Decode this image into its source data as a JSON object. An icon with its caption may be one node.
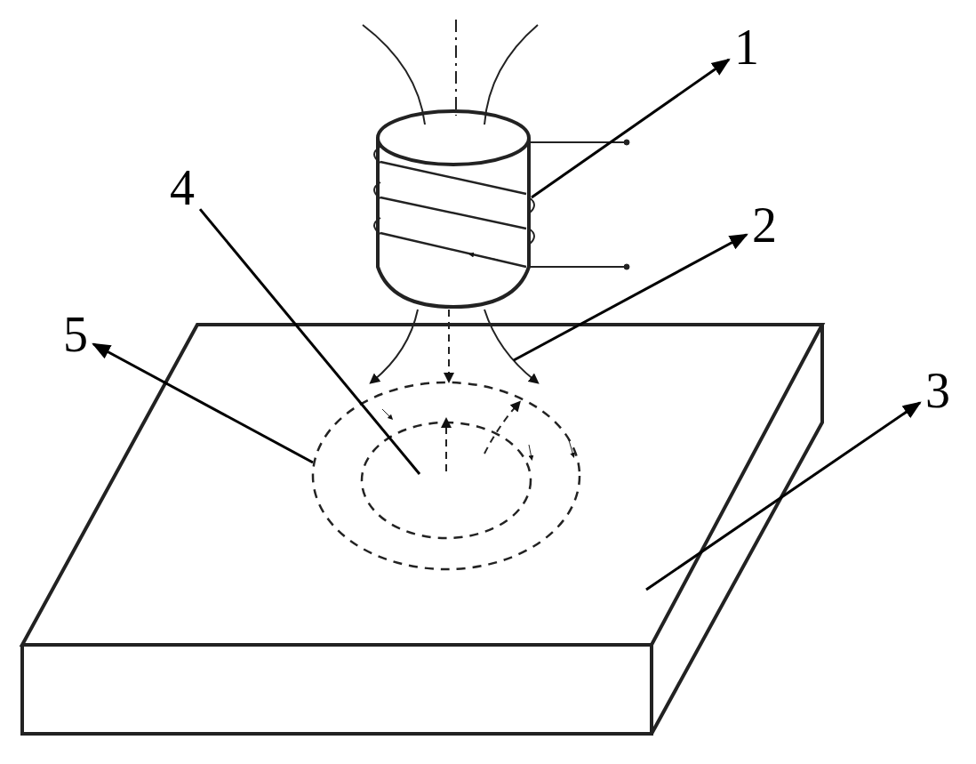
{
  "diagram": {
    "nodes": [
      {
        "text": [
          "1"
        ]
      },
      {
        "text": [
          "2"
        ]
      },
      {
        "text": [
          "3"
        ]
      },
      {
        "text": [
          "4"
        ]
      },
      {
        "text": [
          "5"
        ]
      }
    ],
    "edges": [
      {
        "from": null,
        "to": 0,
        "arrow": "to"
      },
      {
        "from": null,
        "to": 1,
        "arrow": "to"
      },
      {
        "from": null,
        "to": 2,
        "arrow": "to"
      },
      {
        "from": null,
        "to": 3,
        "arrow": "none"
      },
      {
        "from": null,
        "to": 4,
        "arrow": "to"
      }
    ]
  }
}
